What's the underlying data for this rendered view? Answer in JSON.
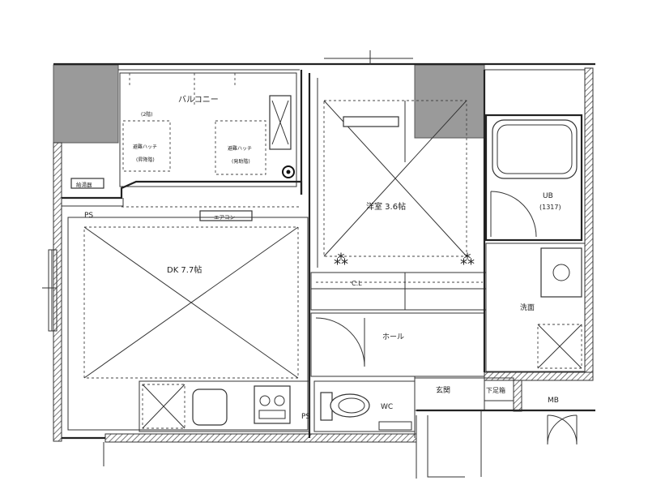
{
  "rooms": {
    "balcony": "バルコニー",
    "dk": "DK 7.7帖",
    "western_room": "洋室 3.6帖",
    "ub": "UB",
    "ub_size": "(1317)",
    "washroom": "洗面",
    "hall": "ホール",
    "entrance": "玄関",
    "shoe_box": "下足箱",
    "wc": "WC",
    "closet": "C.L",
    "mb": "MB",
    "ps_upper": "PS",
    "ps_lower": "PS"
  },
  "fixtures": {
    "hatch_left_title": "避難ハッチ",
    "hatch_left_sub": "(昇降階)",
    "hatch_left_floor": "(2階)",
    "hatch_right_title": "避難ハッチ",
    "hatch_right_sub": "(発助階)",
    "water_heater": "給湯器",
    "aircon": "エアコン"
  }
}
